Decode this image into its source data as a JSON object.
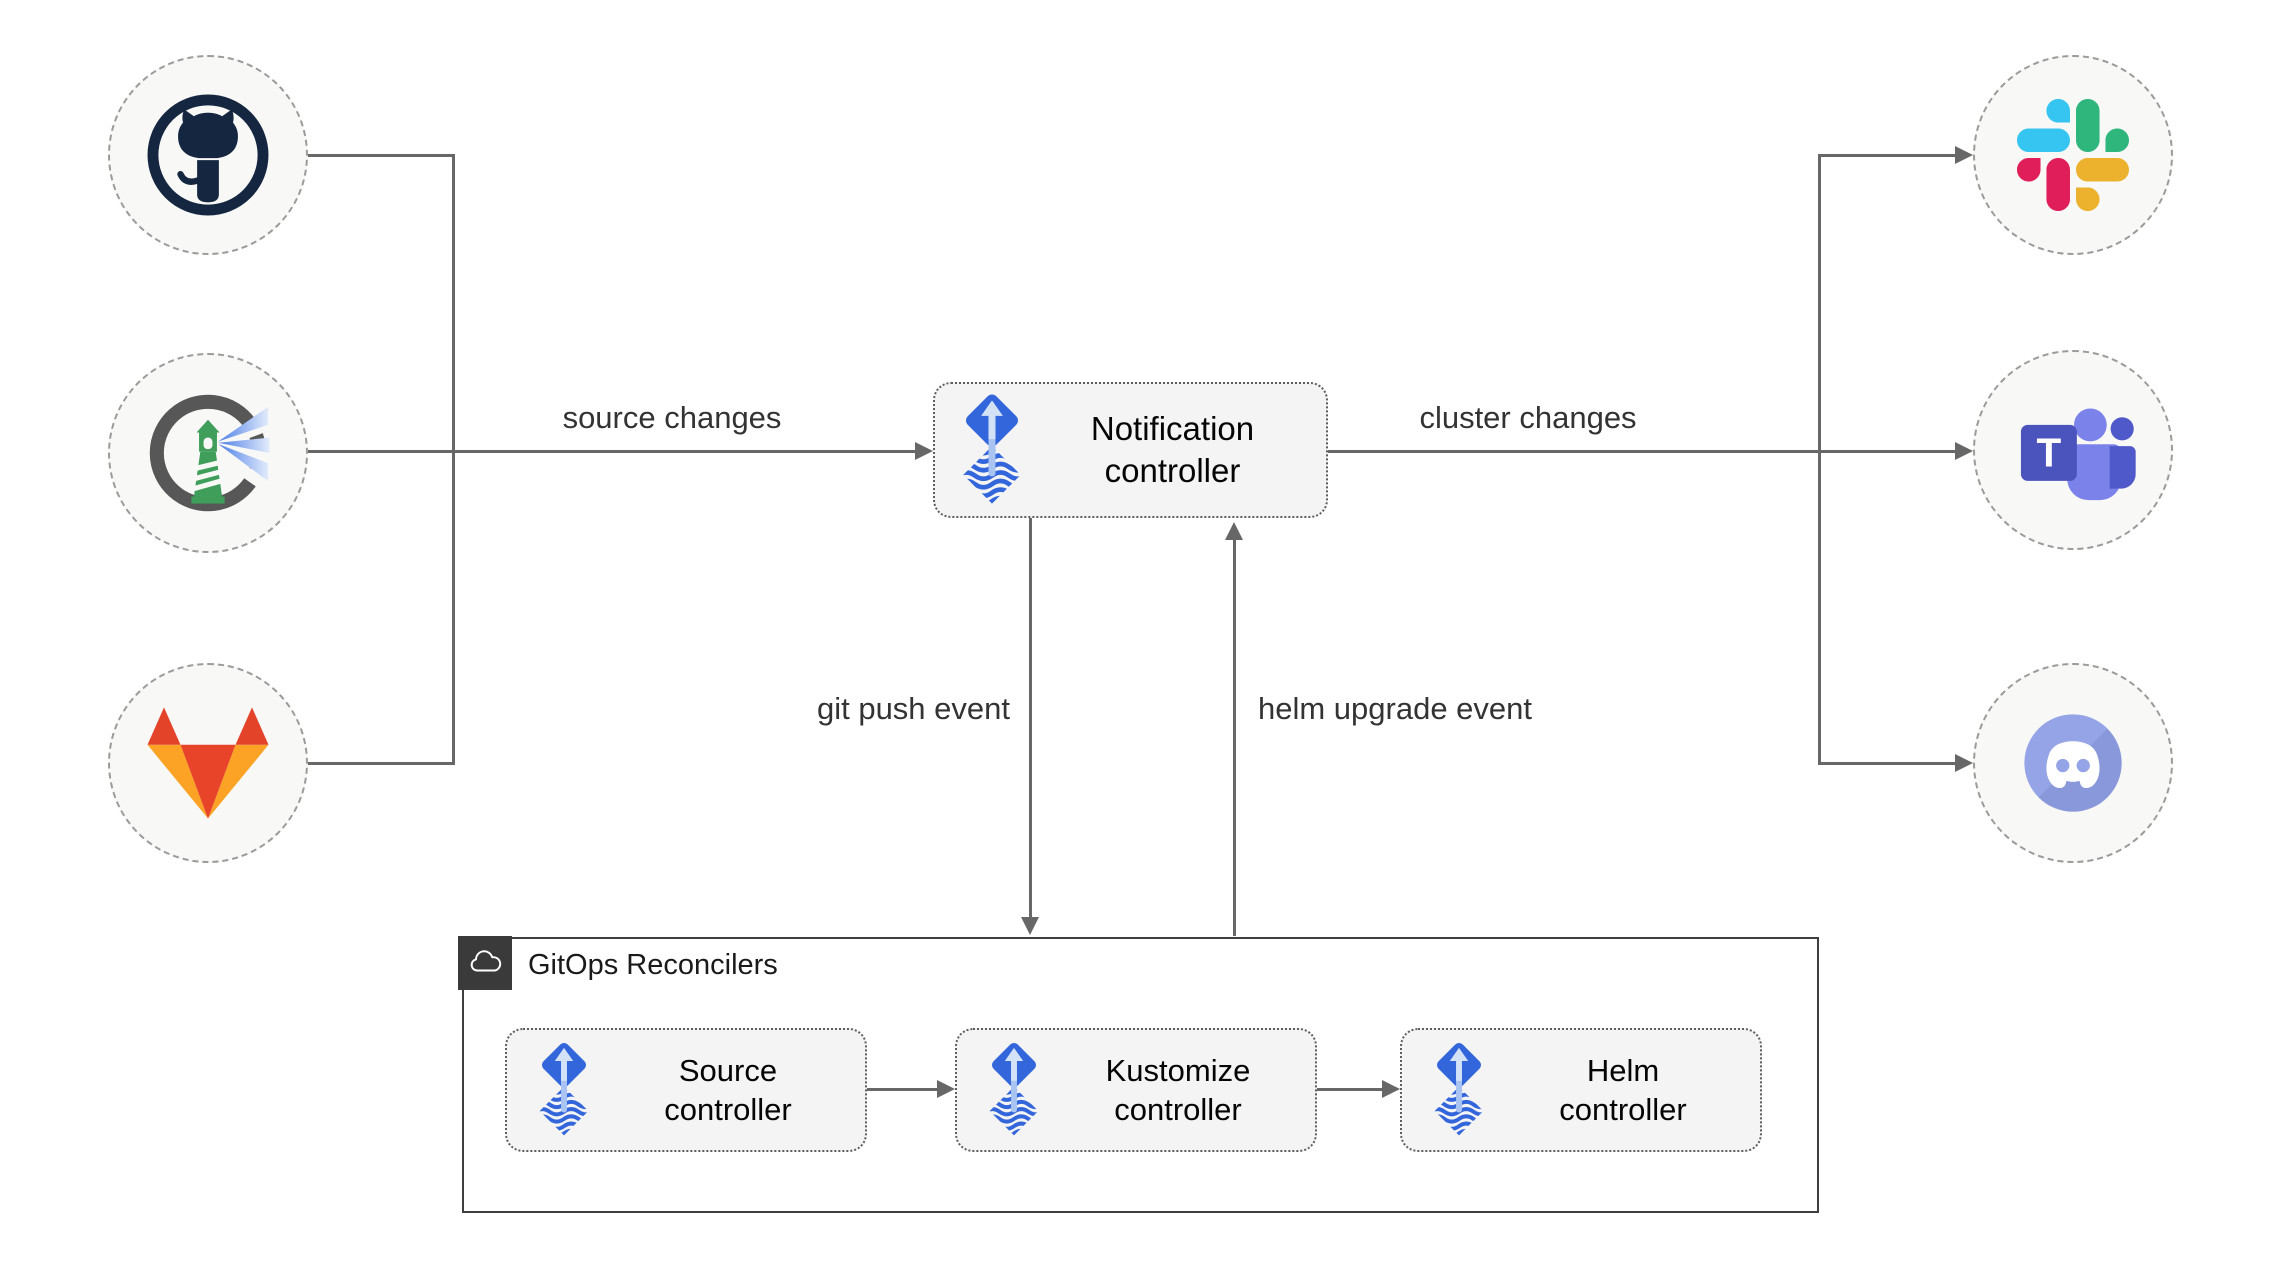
{
  "controllers": {
    "notification": {
      "label": "Notification\ncontroller",
      "icon": "flux-icon"
    },
    "source": {
      "label": "Source\ncontroller",
      "icon": "flux-icon"
    },
    "kustomize": {
      "label": "Kustomize\ncontroller",
      "icon": "flux-icon"
    },
    "helm": {
      "label": "Helm\ncontroller",
      "icon": "flux-icon"
    }
  },
  "container": {
    "title": "GitOps Reconcilers",
    "icon": "cloud-icon"
  },
  "edge_labels": {
    "source_changes": "source changes",
    "cluster_changes": "cluster changes",
    "git_push_event": "git push event",
    "helm_upgrade_event": "helm upgrade event"
  },
  "nodes": {
    "sources": [
      {
        "id": "github",
        "icon": "github-icon"
      },
      {
        "id": "harbor",
        "icon": "harbor-lighthouse-icon"
      },
      {
        "id": "gitlab",
        "icon": "gitlab-icon"
      }
    ],
    "targets": [
      {
        "id": "slack",
        "icon": "slack-icon"
      },
      {
        "id": "teams",
        "icon": "microsoft-teams-icon"
      },
      {
        "id": "discord",
        "icon": "discord-icon"
      }
    ]
  },
  "colors": {
    "flux_blue": "#3366DB",
    "flux_arrow_light": "#D4E2F8",
    "line_gray": "#676767",
    "box_fill": "#F4F4F4",
    "container_header": "#3A3A3A",
    "circle_fill": "#F8F8F6",
    "slack": [
      "#36C5F0",
      "#2EB67D",
      "#ECB22E",
      "#E01E5A"
    ],
    "gitlab": [
      "#E24329",
      "#FCA326"
    ],
    "teams_purple": "#4B53BC",
    "discord_blurple": "#94A4E6",
    "github_navy": "#152740",
    "harbor_green": "#3F9E5A"
  }
}
